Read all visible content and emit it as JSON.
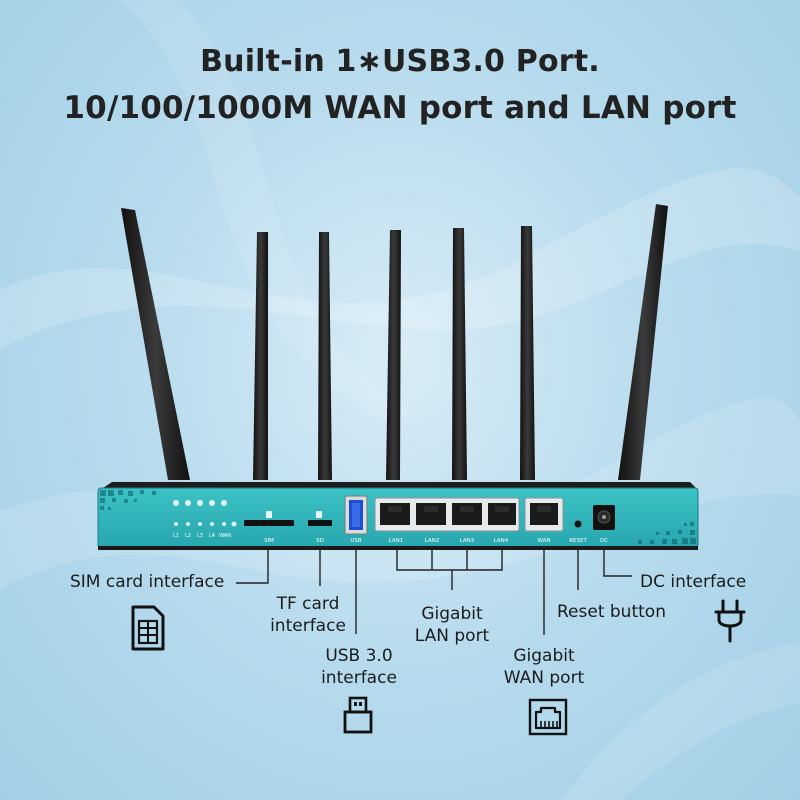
{
  "headline": {
    "line1": "Built-in 1∗USB3.0 Port.",
    "line2": "10/100/1000M WAN port and LAN port"
  },
  "panel": {
    "color": "#2fb3b8",
    "led_labels": [
      "L1",
      "L2",
      "L3",
      "L4",
      "WAN"
    ],
    "port_labels": {
      "sim": "SIM",
      "sd": "SD",
      "usb": "USB",
      "lan1": "LAN1",
      "lan2": "LAN2",
      "lan3": "LAN3",
      "lan4": "LAN4",
      "wan": "WAN",
      "reset": "RESET",
      "dc": "DC"
    }
  },
  "callouts": {
    "sim": "SIM card interface",
    "tf_line1": "TF card",
    "tf_line2": "interface",
    "usb_line1": "USB 3.0",
    "usb_line2": "interface",
    "lan_line1": "Gigabit",
    "lan_line2": "LAN port",
    "wan_line1": "Gigabit",
    "wan_line2": "WAN port",
    "reset": "Reset button",
    "dc": "DC interface"
  },
  "icons": {
    "sim": "sim-card-icon",
    "usb": "usb-plug-icon",
    "ethernet": "ethernet-port-icon",
    "power": "power-plug-icon"
  }
}
